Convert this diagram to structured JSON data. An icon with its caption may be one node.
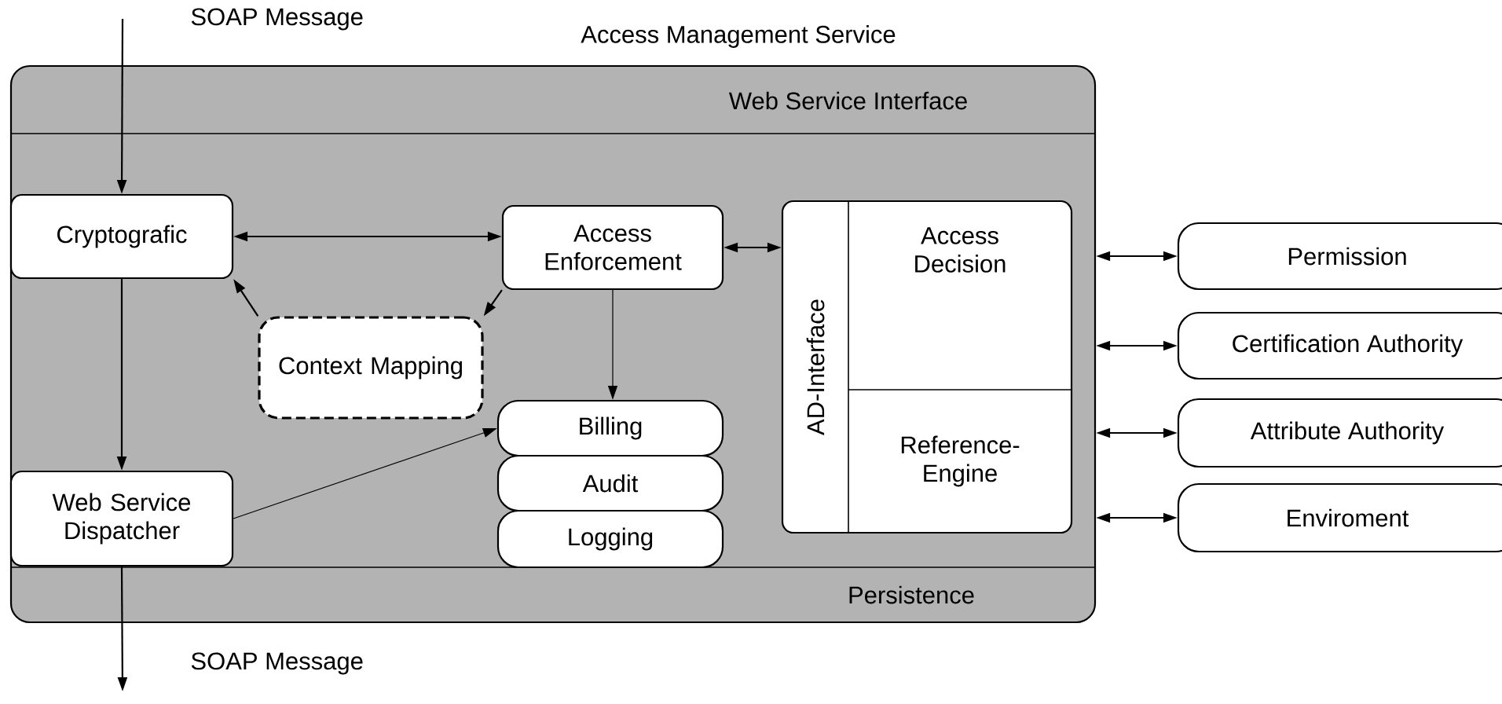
{
  "diagram": {
    "nodes": [
      {
        "text": [
          "Access Management Service"
        ]
      },
      {
        "text": [
          "Web Service Interface"
        ],
        "in": 0
      },
      {
        "text": [
          "Cryptografic"
        ],
        "in": 0
      },
      {
        "text": [
          "Access Enforcement"
        ],
        "in": 0
      },
      {
        "text": [],
        "shape": "box",
        "in": 0
      },
      {
        "text": [
          "AD-Interface"
        ],
        "in": 4
      },
      {
        "text": [
          "Access Decision"
        ],
        "in": 4
      },
      {
        "text": [
          "Reference-Engine"
        ],
        "in": 4
      },
      {
        "text": [
          "Context Mapping"
        ],
        "in": 0
      },
      {
        "text": [
          "Billing"
        ],
        "in": 0
      },
      {
        "text": [
          "Audit"
        ],
        "in": 0
      },
      {
        "text": [
          "Logging"
        ],
        "in": 0
      },
      {
        "text": [
          "Web Service Dispatcher"
        ],
        "in": 0
      },
      {
        "text": [
          "Persistence"
        ],
        "in": 0
      },
      {
        "text": [
          "Permission"
        ]
      },
      {
        "text": [
          "Certification Authority"
        ]
      },
      {
        "text": [
          "Attribute Authority"
        ]
      },
      {
        "text": [
          "Enviroment"
        ]
      }
    ],
    "edges": [
      {
        "from": null,
        "to": 2,
        "arrow": "to",
        "label": "SOAP Message"
      },
      {
        "from": 2,
        "to": 3,
        "arrow": "both"
      },
      {
        "from": 3,
        "to": 4,
        "arrow": "both"
      },
      {
        "from": 3,
        "to": 8,
        "arrow": "to"
      },
      {
        "from": 8,
        "to": 2,
        "arrow": "to"
      },
      {
        "from": 3,
        "to": 9,
        "arrow": "to"
      },
      {
        "from": 2,
        "to": 12,
        "arrow": "to"
      },
      {
        "from": 12,
        "to": 9,
        "arrow": "to"
      },
      {
        "from": 12,
        "to": null,
        "arrow": "to",
        "label": "SOAP Message"
      },
      {
        "from": 0,
        "to": 14,
        "arrow": "both"
      },
      {
        "from": 0,
        "to": 15,
        "arrow": "both"
      },
      {
        "from": 0,
        "to": 16,
        "arrow": "both"
      },
      {
        "from": 0,
        "to": 17,
        "arrow": "both"
      }
    ]
  }
}
